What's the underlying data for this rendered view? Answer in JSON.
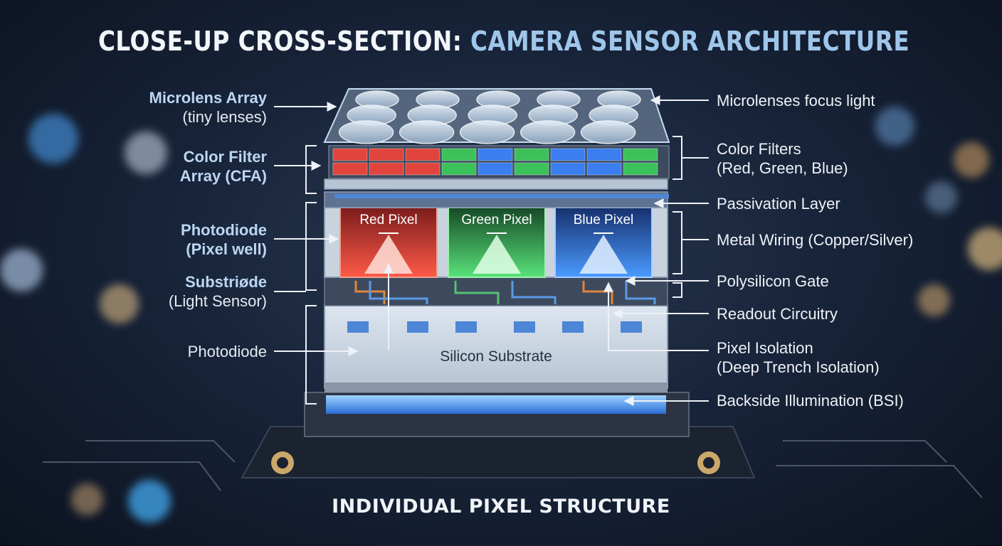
{
  "title": {
    "part1": "CLOSE-UP CROSS-SECTION: ",
    "part2": "CAMERA SENSOR ARCHITECTURE"
  },
  "subtitle": "INDIVIDUAL PIXEL STRUCTURE",
  "left_labels": [
    {
      "line1": "Microlens Array",
      "line2": "(tiny lenses)"
    },
    {
      "line1": "Color Filter",
      "line2": "Array (CFA)"
    },
    {
      "line1": "Photodiode",
      "line2": "(Pixel well)"
    },
    {
      "line1": "Substriøde",
      "line2": "(Light Sensor)"
    },
    {
      "line1": "Photodiode",
      "line2": ""
    }
  ],
  "right_labels": [
    {
      "line1": "Microlenses focus light",
      "line2": ""
    },
    {
      "line1": "Color Filters",
      "line2": "(Red, Green, Blue)"
    },
    {
      "line1": "Passivation Layer",
      "line2": ""
    },
    {
      "line1": "Metal Wiring (Copper/Silver)",
      "line2": ""
    },
    {
      "line1": "Polysilicon Gate",
      "line2": ""
    },
    {
      "line1": "Readout Circuitry",
      "line2": ""
    },
    {
      "line1": "Pixel Isolation",
      "line2": "(Deep Trench Isolation)"
    },
    {
      "line1": "Backside Illumination (BSI)",
      "line2": ""
    }
  ],
  "pixels": {
    "red": "Red Pixel",
    "green": "Green Pixel",
    "blue": "Blue Pixel"
  },
  "substrate_label": "Silicon Substrate",
  "colors": {
    "red": "#e0443c",
    "green": "#3cc05a",
    "blue": "#3a7ef0",
    "accent": "#9fc6ea"
  }
}
